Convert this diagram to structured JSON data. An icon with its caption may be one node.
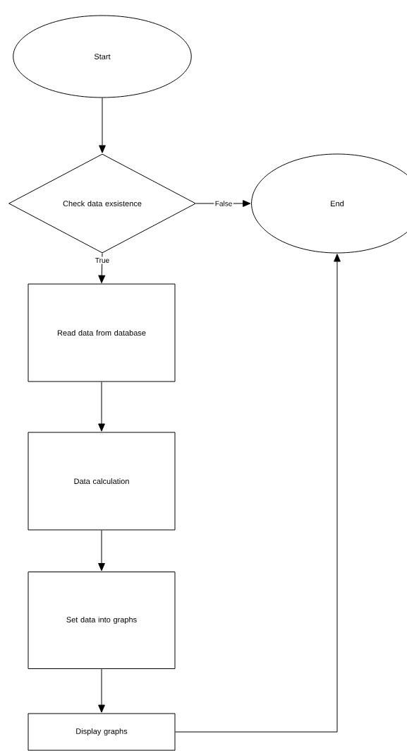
{
  "diagram": {
    "nodes": [
      {
        "text": [
          "Start"
        ]
      },
      {
        "text": [
          "Check data exsistence"
        ]
      },
      {
        "text": [
          "End"
        ]
      },
      {
        "text": [
          "Read data from database"
        ]
      },
      {
        "text": [
          "Data calculation"
        ]
      },
      {
        "text": [
          "Set data into graphs"
        ]
      },
      {
        "text": [
          "Display graphs"
        ]
      }
    ],
    "edges": [
      {
        "from": 0,
        "to": 1,
        "arrow": "to"
      },
      {
        "from": 1,
        "to": 2,
        "arrow": "to",
        "label": "False"
      },
      {
        "from": 1,
        "to": 3,
        "arrow": "to",
        "label": "True"
      },
      {
        "from": 3,
        "to": 4,
        "arrow": "to"
      },
      {
        "from": 4,
        "to": 5,
        "arrow": "to"
      },
      {
        "from": 5,
        "to": 6,
        "arrow": "to"
      },
      {
        "from": 6,
        "to": 2,
        "arrow": "to"
      }
    ]
  }
}
